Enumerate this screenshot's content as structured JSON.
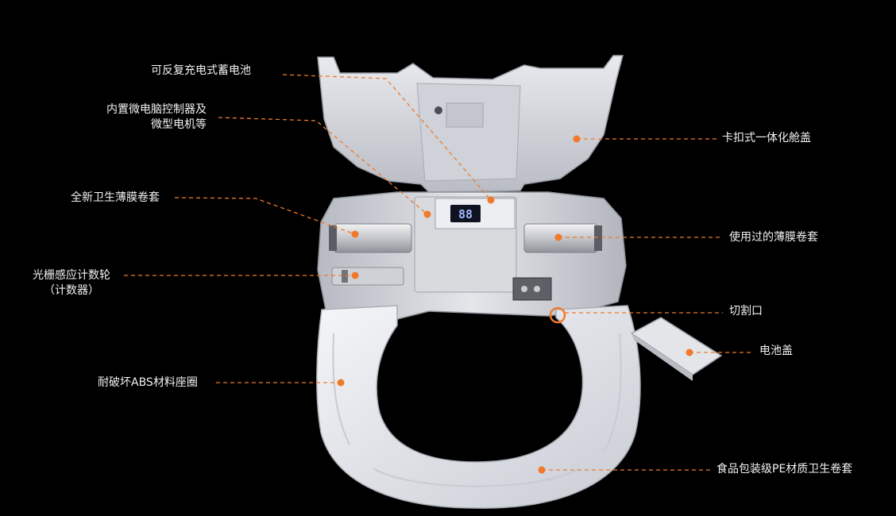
{
  "display": {
    "counter": "88"
  },
  "colors": {
    "accent": "#f07a2a",
    "background": "#000000",
    "text": "#f2f2f2"
  },
  "callouts": {
    "battery": "可反复充电式蓄电池",
    "controller_line1": "内置微电脑控制器及",
    "controller_line2": "微型电机等",
    "new_film": "全新卫生薄膜卷套",
    "counter_line1": "光栅感应计数轮",
    "counter_line2": "（计数器）",
    "seat_material": "耐破坏ABS材料座圈",
    "cover": "卡扣式一体化舱盖",
    "used_film": "使用过的薄膜卷套",
    "cut_port": "切割口",
    "battery_cover": "电池盖",
    "pe_film": "食品包装级PE材质卫生卷套"
  }
}
